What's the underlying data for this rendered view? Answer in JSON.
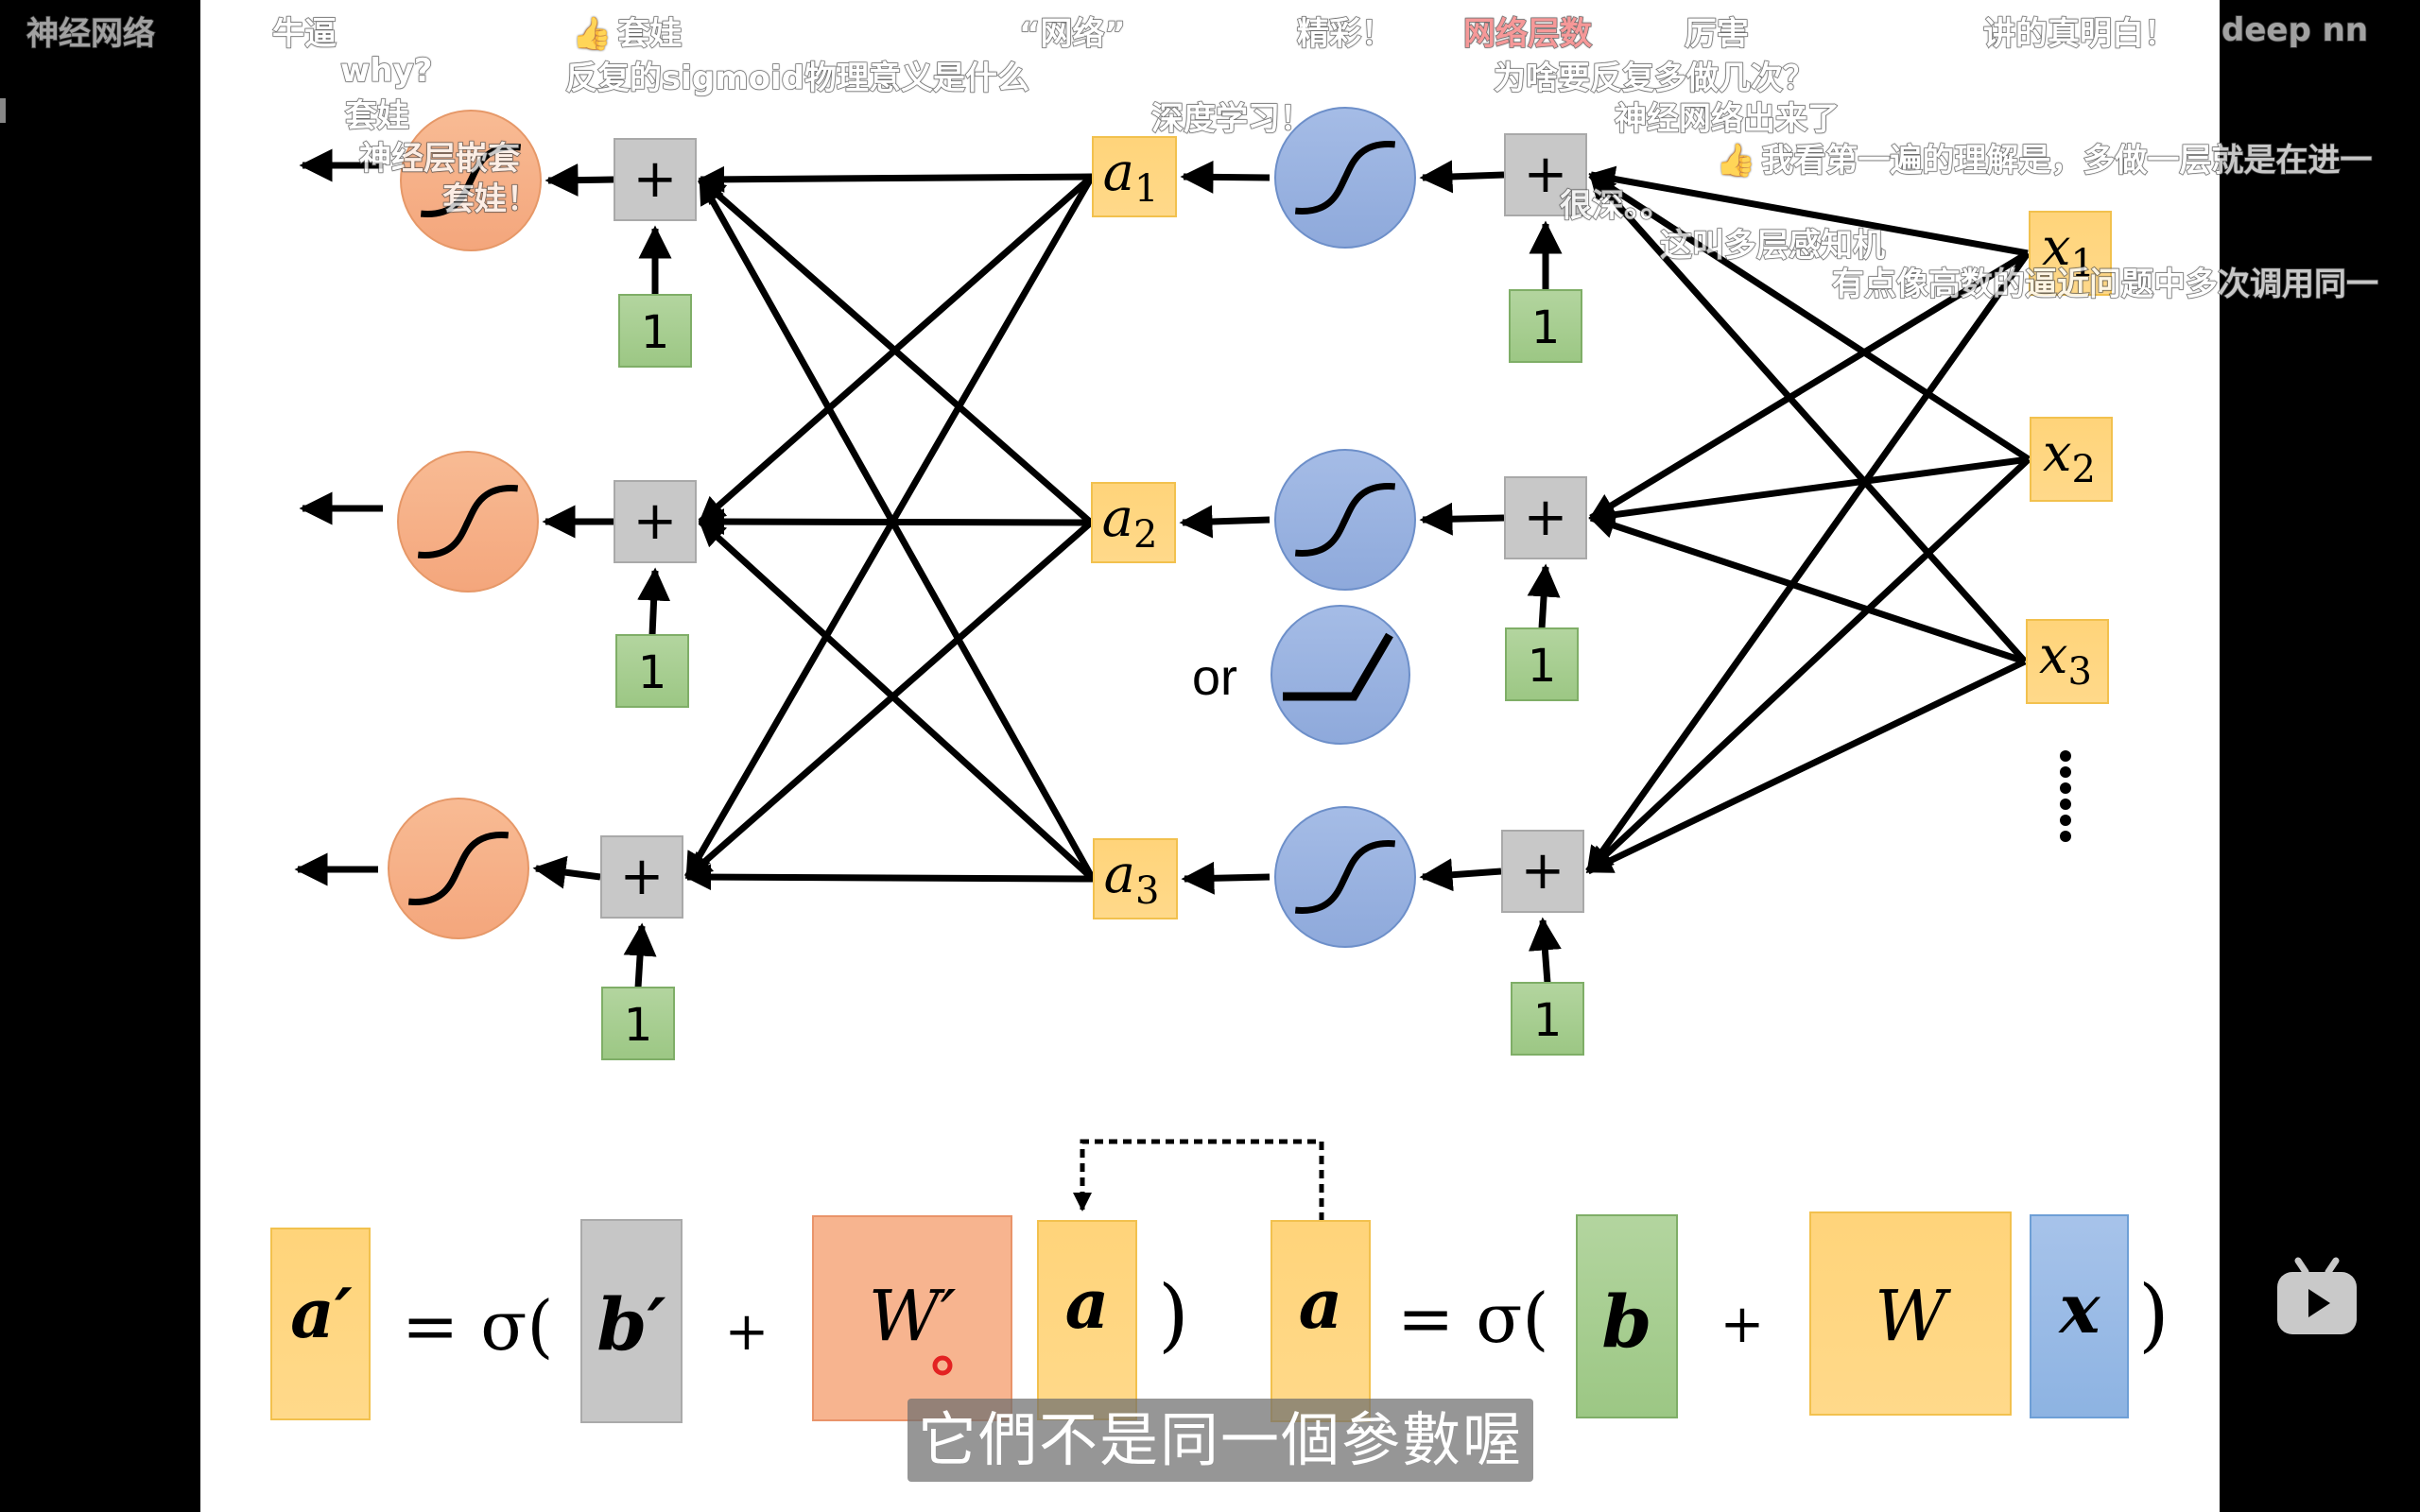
{
  "player": {
    "subtitle": "它們不是同一個參數喔",
    "logo_icon": "bilibili-tv-icon"
  },
  "danmaku": [
    {
      "text": "神经网络",
      "color": "#cfcfcf"
    },
    {
      "text": "牛逼",
      "color": "#ffffff"
    },
    {
      "text": "套娃",
      "color": "#ffffff",
      "liked": true
    },
    {
      "text": "“网络”",
      "color": "#ffffff"
    },
    {
      "text": "精彩！",
      "color": "#ffffff"
    },
    {
      "text": "网络层数",
      "color": "#f47c7c"
    },
    {
      "text": "厉害",
      "color": "#ffffff"
    },
    {
      "text": "讲的真明白！",
      "color": "#ffffff"
    },
    {
      "text": "deep  nn",
      "color": "#cfcfcf"
    },
    {
      "text": "why?",
      "color": "#ffffff"
    },
    {
      "text": "反复的sigmoid物理意义是什么",
      "color": "#ffffff"
    },
    {
      "text": "为啥要反复多做几次？",
      "color": "#ffffff"
    },
    {
      "text": "套娃",
      "color": "#ffffff"
    },
    {
      "text": "深度学习！",
      "color": "#ffffff"
    },
    {
      "text": "神经网络出来了",
      "color": "#ffffff"
    },
    {
      "text": "神经层嵌套",
      "color": "#ffffff"
    },
    {
      "text": "我看第一遍的理解是，多做一层就是在进一",
      "color": "#ffffff",
      "liked": true
    },
    {
      "text": "套娃！",
      "color": "#ffffff"
    },
    {
      "text": "很深。。",
      "color": "#ffffff"
    },
    {
      "text": "这叫多层感知机",
      "color": "#ffffff"
    },
    {
      "text": "有点像高数的逼近问题中多次调用同一",
      "color": "#ffffff"
    }
  ],
  "diagram": {
    "second_layer": {
      "plus_label": "+",
      "bias_label": "1",
      "activation": "sigmoid",
      "color": "#f4b183"
    },
    "first_layer": {
      "plus_label": "+",
      "bias_label": "1",
      "activation": "sigmoid",
      "alt_activation": "relu",
      "or_label": "or",
      "color": "#8faadc"
    },
    "hidden_nodes": [
      {
        "base": "a",
        "sub": "1"
      },
      {
        "base": "a",
        "sub": "2"
      },
      {
        "base": "a",
        "sub": "3"
      }
    ],
    "input_nodes": [
      {
        "base": "x",
        "sub": "1"
      },
      {
        "base": "x",
        "sub": "2"
      },
      {
        "base": "x",
        "sub": "3"
      }
    ],
    "ellipsis": "⋮",
    "colors": {
      "yellow": "#ffd97a",
      "gray": "#c8c8c8",
      "green": "#a9d18e",
      "orange": "#f8b890",
      "blue": "#9dc3e6"
    }
  },
  "equation": {
    "left": {
      "lhs": "a′",
      "equals": "= σ(",
      "bias": "b′",
      "plus": "+",
      "weight": "W′",
      "input": "a",
      "close": ")"
    },
    "right": {
      "lhs": "a",
      "equals": "= σ(",
      "bias": "b",
      "plus": "+",
      "weight": "W",
      "input": "x",
      "close": ")"
    }
  }
}
